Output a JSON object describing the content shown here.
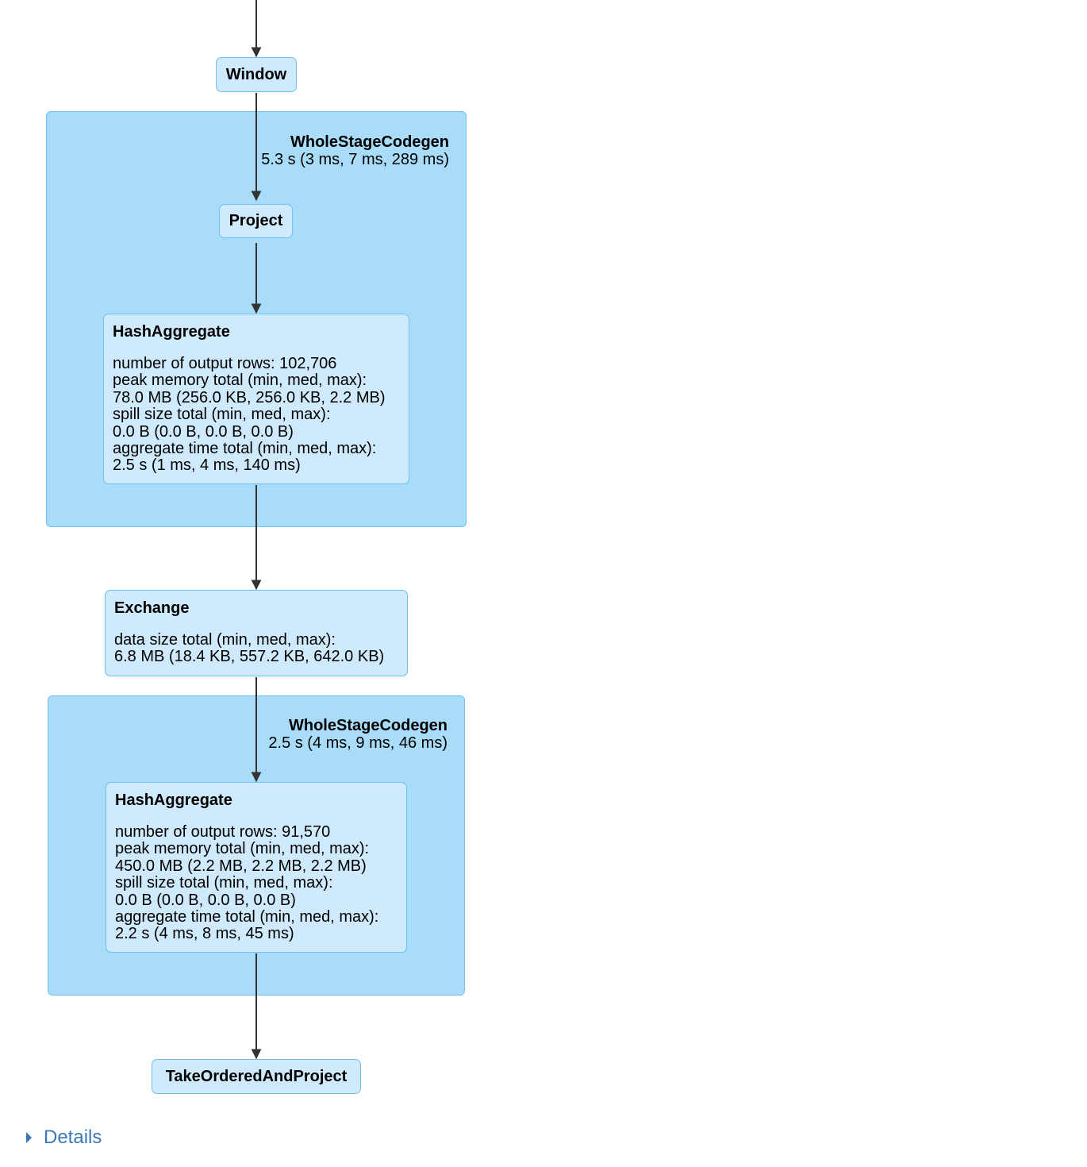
{
  "nodes": {
    "window": {
      "title": "Window"
    },
    "project": {
      "title": "Project"
    },
    "hash_aggregate_1": {
      "title": "HashAggregate",
      "metrics": [
        "number of output rows: 102,706",
        "peak memory total (min, med, max):",
        "78.0 MB (256.0 KB, 256.0 KB, 2.2 MB)",
        "spill size total (min, med, max):",
        "0.0 B (0.0 B, 0.0 B, 0.0 B)",
        "aggregate time total (min, med, max):",
        "2.5 s (1 ms, 4 ms, 140 ms)"
      ]
    },
    "exchange": {
      "title": "Exchange",
      "metrics": [
        "data size total (min, med, max):",
        "6.8 MB (18.4 KB, 557.2 KB, 642.0 KB)"
      ]
    },
    "hash_aggregate_2": {
      "title": "HashAggregate",
      "metrics": [
        "number of output rows: 91,570",
        "peak memory total (min, med, max):",
        "450.0 MB (2.2 MB, 2.2 MB, 2.2 MB)",
        "spill size total (min, med, max):",
        "0.0 B (0.0 B, 0.0 B, 0.0 B)",
        "aggregate time total (min, med, max):",
        "2.2 s (4 ms, 8 ms, 45 ms)"
      ]
    },
    "take_ordered": {
      "title": "TakeOrderedAndProject"
    }
  },
  "clusters": {
    "codegen_1": {
      "title": "WholeStageCodegen",
      "metric": "5.3 s (3 ms, 7 ms, 289 ms)"
    },
    "codegen_2": {
      "title": "WholeStageCodegen",
      "metric": "2.5 s (4 ms, 9 ms, 46 ms)"
    }
  },
  "details": {
    "label": "Details"
  },
  "colors": {
    "cluster_fill": "#a9dcf9",
    "node_fill": "#cfeafc",
    "border": "#6cc2f0",
    "edge": "#333333",
    "link": "#3a78b8"
  }
}
